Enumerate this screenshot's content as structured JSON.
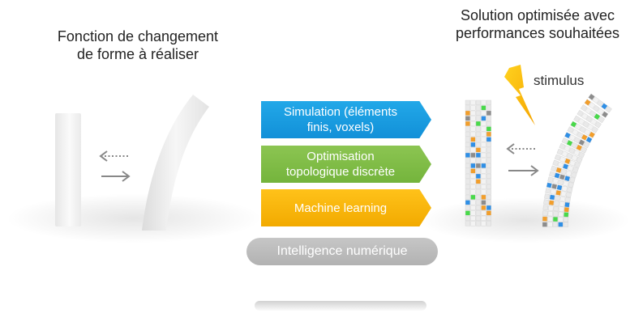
{
  "left_panel": {
    "title_line1": "Fonction de changement",
    "title_line2": "de forme à réaliser"
  },
  "right_panel": {
    "title_line1": "Solution optimisée avec",
    "title_line2": "performances souhaitées",
    "stimulus_label": "stimulus"
  },
  "methods": [
    {
      "line1": "Simulation (éléments",
      "line2": "finis, voxels)",
      "color": "#1a9ce0"
    },
    {
      "line1": "Optimisation",
      "line2": "topologique discrète",
      "color": "#7ebd45"
    },
    {
      "line1": "Machine learning",
      "line2": "",
      "color": "#f7b500"
    }
  ],
  "intelligence_label": "Intelligence numérique",
  "voxel_colors": {
    "blue": "#2f8fe6",
    "green": "#48d94a",
    "orange": "#f29e2b",
    "grey": "#8c8c8c"
  }
}
